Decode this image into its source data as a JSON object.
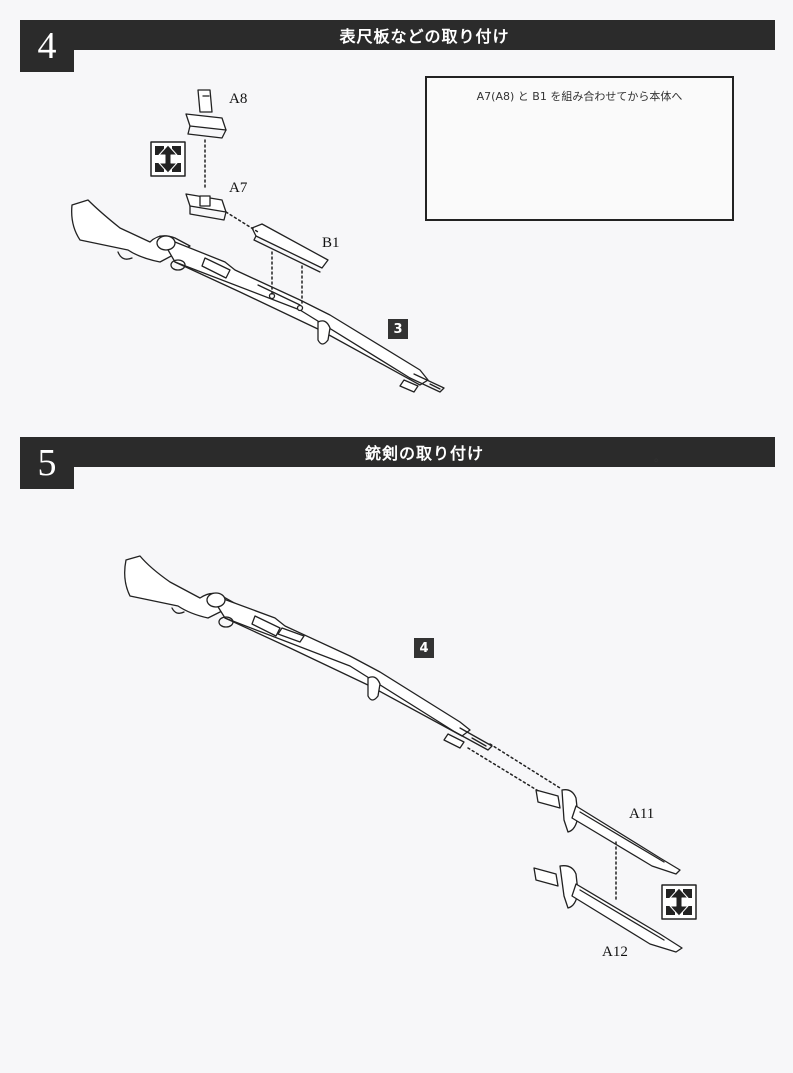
{
  "step4": {
    "number": "4",
    "title": "表尺板などの取り付け",
    "parts": {
      "a8": "A8",
      "a7": "A7",
      "b1": "B1"
    },
    "ref": "3",
    "inset_caption": "A7(A8) と B1 を組み合わせてから本体へ"
  },
  "step5": {
    "number": "5",
    "title": "銃剣の取り付け",
    "dot": "。",
    "parts": {
      "a11": "A11",
      "a12": "A12"
    },
    "ref": "4"
  }
}
